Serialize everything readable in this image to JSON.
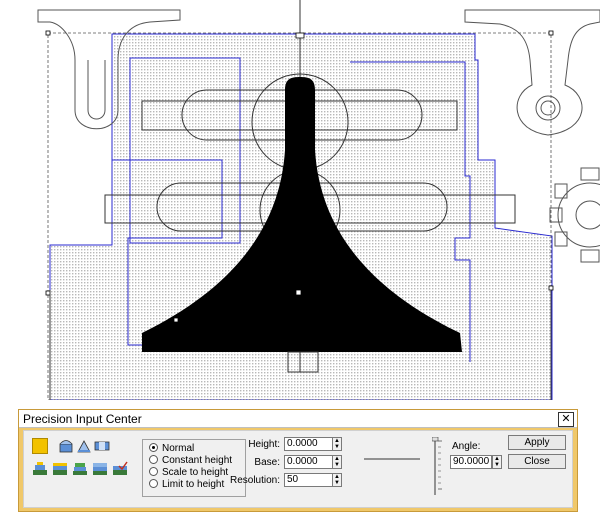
{
  "dialog": {
    "title": "Precision Input Center",
    "close_glyph": "✕"
  },
  "toolbar": {
    "row1": [
      "color-swatch-icon",
      "dome-front-icon",
      "dome-side-icon",
      "cylinder-flat-icon"
    ],
    "row2": [
      "stack-1-icon",
      "stack-2-icon",
      "stack-3-icon",
      "stack-4-icon",
      "stack-check-icon"
    ],
    "swatch_color": "#f2c200"
  },
  "mode": {
    "options": [
      "Normal",
      "Constant height",
      "Scale to height",
      "Limit to height"
    ],
    "selected": "Normal"
  },
  "fields": {
    "height_label": "Height:",
    "height_value": "0.0000",
    "base_label": "Base:",
    "base_value": "0.0000",
    "resolution_label": "Resolution:",
    "resolution_value": "50",
    "angle_label": "Angle:",
    "angle_value": "90.0000"
  },
  "buttons": {
    "apply": "Apply",
    "close": "Close"
  },
  "colors": {
    "relief_fill": "#000000",
    "boundary": "#2a2ad0",
    "grid": "#c8c8c8"
  }
}
